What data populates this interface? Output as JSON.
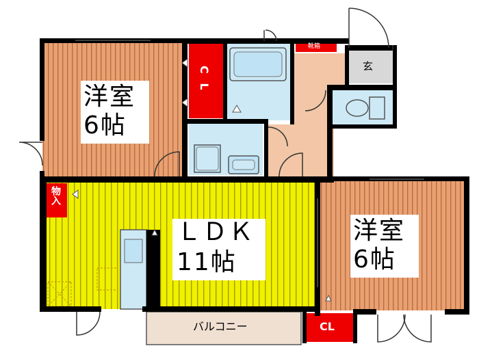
{
  "rooms": {
    "western_1": {
      "name": "洋室",
      "size": "6帖"
    },
    "western_2": {
      "name": "洋室",
      "size": "6帖"
    },
    "ldk": {
      "name": "ＬＤＫ",
      "size": "11帖"
    }
  },
  "closets": {
    "cl_top": "C L",
    "cl_bottom": "CL",
    "storage": "物入",
    "shoe_box": "靴箱"
  },
  "entrance": "玄",
  "balcony": "バルコニー",
  "colors": {
    "wall": "#000000",
    "western_floor": "#e9a171",
    "western_stripe": "#b86c44",
    "ldk_floor": "#f0f000",
    "ldk_stripe": "#9e9e00",
    "closet": "#ee0000",
    "wet_area": "#cde9f6",
    "hall": "#f2c6a6",
    "entrance_floor": "#d8d8d8",
    "balcony": "#efe0d2"
  }
}
